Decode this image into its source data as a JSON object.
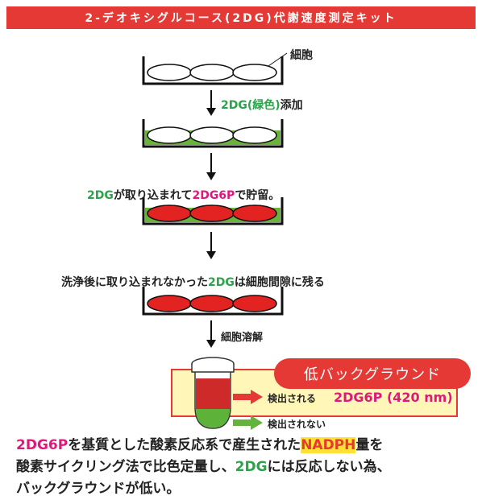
{
  "colors": {
    "banner_red": "#e53935",
    "green_accent": "#2aa34a",
    "pink_accent": "#e0187b",
    "well_green": "#6ab33a",
    "cell_red": "#e32222",
    "highlight_yellow": "#ffe135",
    "box_yellow": "#fff6b8",
    "arrow_green": "#63b33c",
    "arrow_red": "#e53935"
  },
  "banner": {
    "title": "2-デオキシグルコース(2DG)代謝速度測定キット"
  },
  "steps": {
    "cells_label": "細胞",
    "add_2dg_green": "2DG(緑色)",
    "add_2dg_suffix": "添加",
    "uptake_2dg": "2DG",
    "uptake_mid": "が取り込まれて",
    "uptake_2dg6p": "2DG6P",
    "uptake_suffix": "で貯留。",
    "wash_prefix": "洗浄後に取り込まれなかった",
    "wash_2dg": "2DG",
    "wash_suffix": "は細胞間隙に残る",
    "lysis_label": "細胞溶解"
  },
  "detection": {
    "badge": "低バックグラウンド",
    "detected_label": "検出される",
    "detected_value": "2DG6P (420 nm)",
    "not_detected_label": "検出されない"
  },
  "bottom_text": {
    "l1_2dg6p": "2DG6P",
    "l1_mid": "を基質とした酸素反応系で産生された",
    "l1_nadph": "NADPH",
    "l1_suffix": "量を",
    "l2_prefix": "酸素サイクリング法で比色定量し、",
    "l2_2dg": "2DG",
    "l2_suffix": "には反応しない為、",
    "l3": "バックグラウンドが低い。"
  }
}
